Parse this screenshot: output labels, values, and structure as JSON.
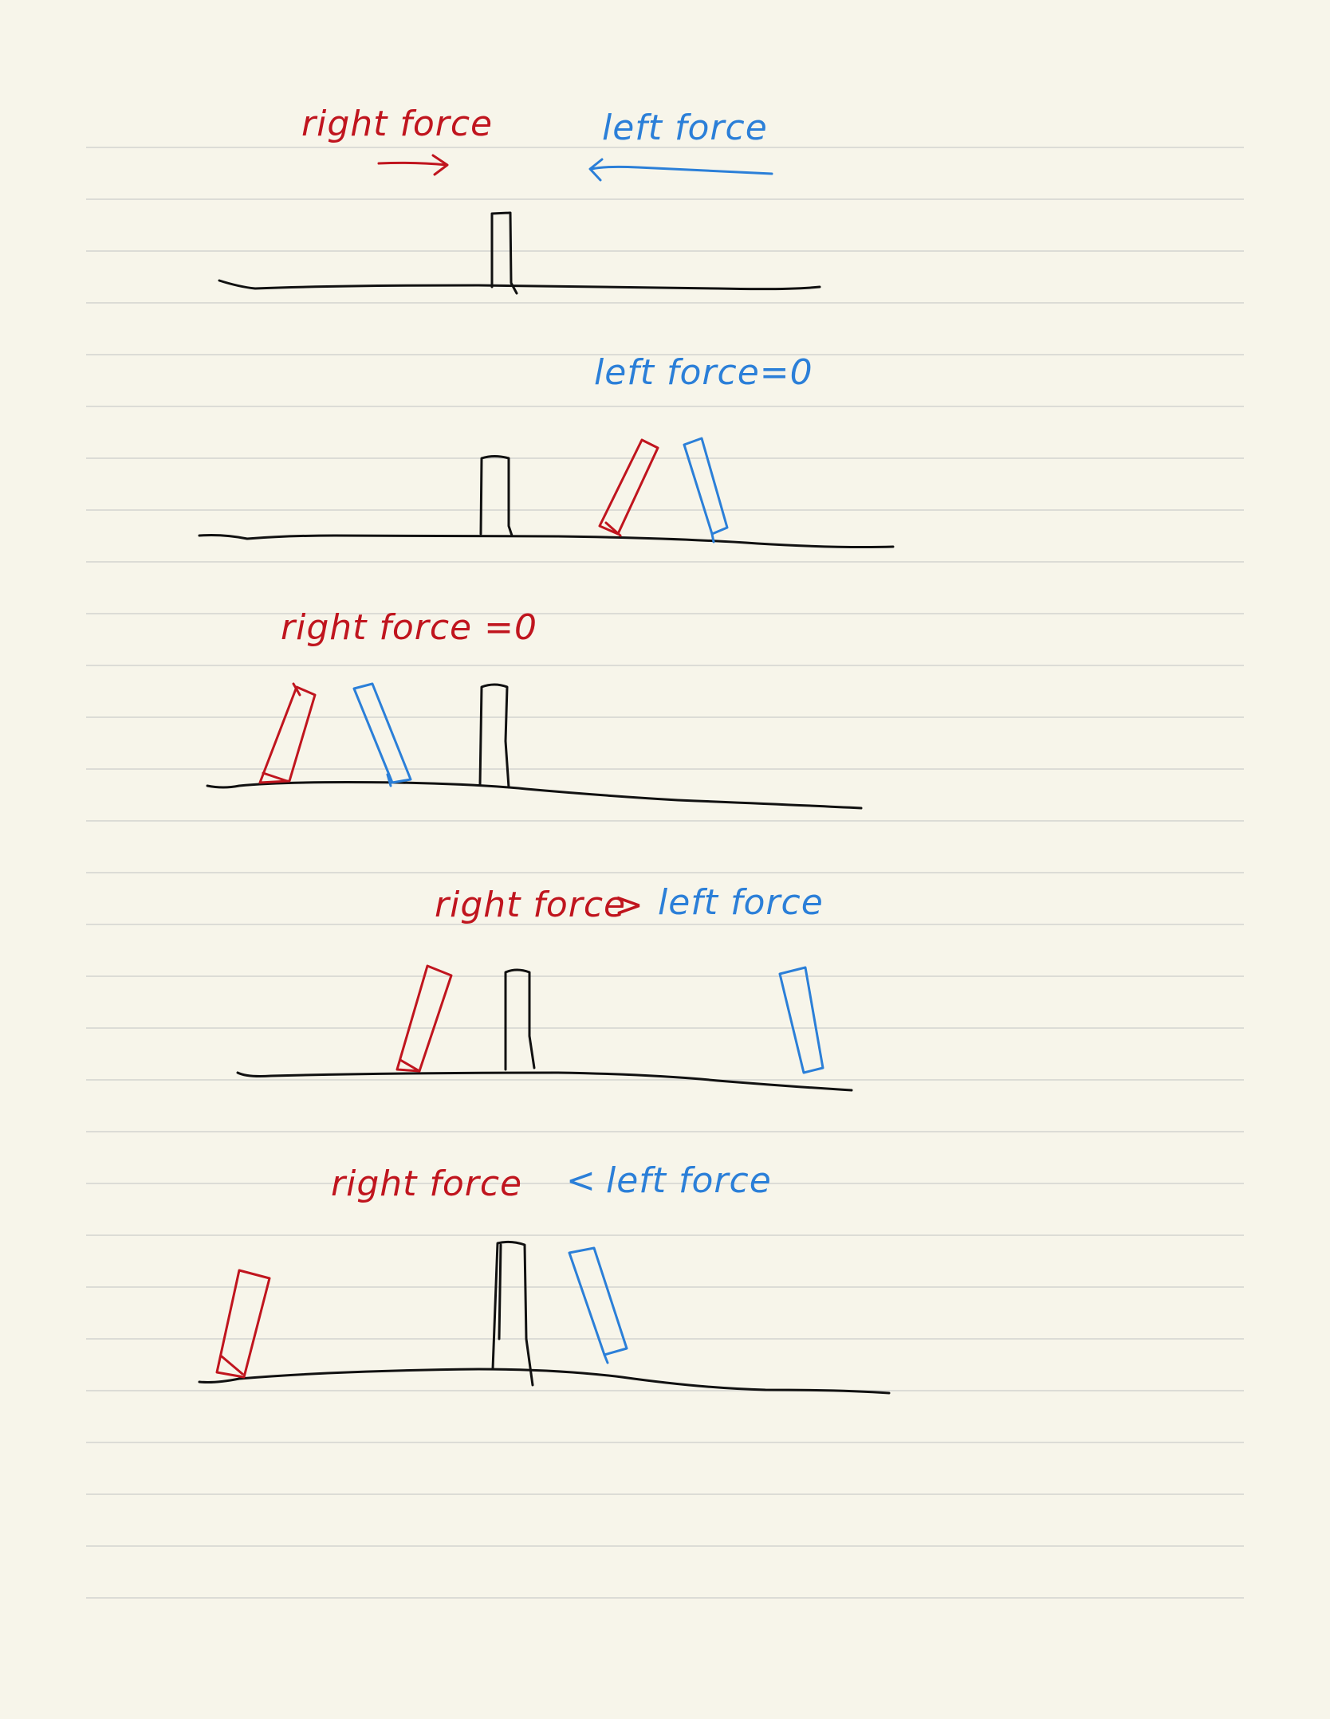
{
  "colors": {
    "paper": "#f7f5ea",
    "rule": "#dcdcd6",
    "red_ink": "#c0151e",
    "blue_ink": "#2b7fd8",
    "black_ink": "#111111"
  },
  "panels": [
    {
      "labels": {
        "right": "right force",
        "left": "left force"
      }
    },
    {
      "labels": {
        "left_zero": "left force=0"
      }
    },
    {
      "labels": {
        "right_zero": "right force =0"
      }
    },
    {
      "labels": {
        "right": "right force",
        "relation": ">",
        "left": "left force"
      }
    },
    {
      "labels": {
        "right": "right force",
        "relation": "<",
        "left": "left force"
      }
    }
  ]
}
